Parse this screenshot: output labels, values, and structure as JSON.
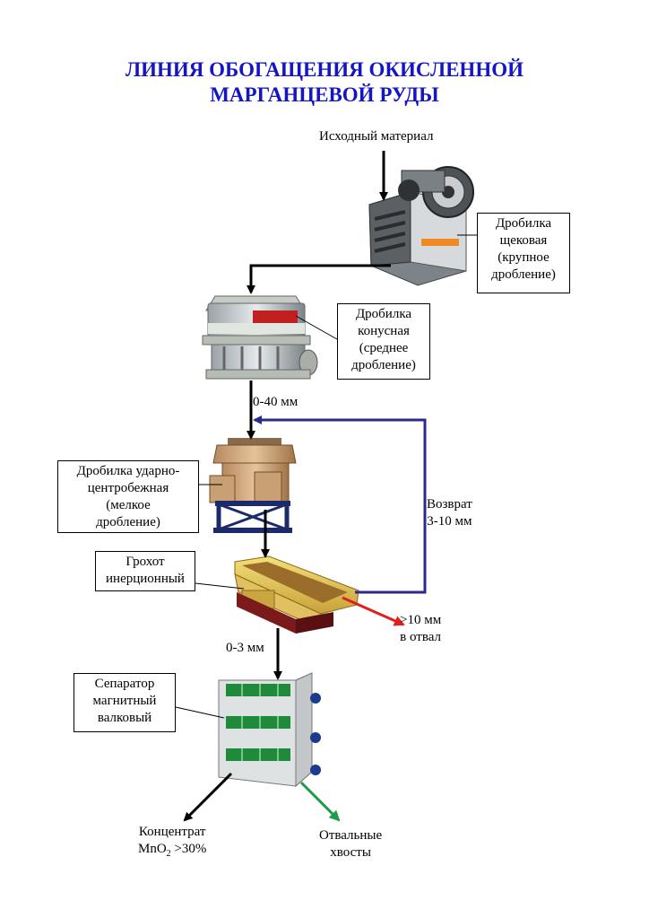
{
  "title": {
    "line1": "ЛИНИЯ ОБОГАЩЕНИЯ ОКИСЛЕННОЙ",
    "line2": "МАРГАНЦЕВОЙ РУДЫ"
  },
  "labels": {
    "source": "Исходный материал",
    "cone_output": "0-40 мм",
    "return_line1": "Возврат",
    "return_line2": "3-10 мм",
    "oversize_line1": ">10 мм",
    "oversize_line2": "в отвал",
    "undersize": "0-3 мм",
    "concentrate_line1": "Концентрат",
    "concentrate_line2_pre": "MnO",
    "concentrate_sub": "2",
    "concentrate_line2_post": " >30%",
    "tailings_line1": "Отвальные",
    "tailings_line2": "хвосты"
  },
  "equipment": {
    "jaw": [
      "Дробилка",
      "щековая",
      "(крупное",
      "дробление)"
    ],
    "cone": [
      "Дробилка",
      "конусная",
      "(среднее",
      "дробление)"
    ],
    "impact": [
      "Дробилка ударно-",
      "центробежная",
      "(мелкое",
      "дробление)"
    ],
    "screen": [
      "Грохот",
      "инерционный"
    ],
    "separator": [
      "Сепаратор",
      "магнитный",
      "валковый"
    ]
  },
  "colors": {
    "title": "#1515c8",
    "return_arrow": "#2a2a8c",
    "oversize_arrow": "#e02020",
    "tailings_arrow": "#1f9a4a",
    "flow_arrow": "#000000"
  }
}
